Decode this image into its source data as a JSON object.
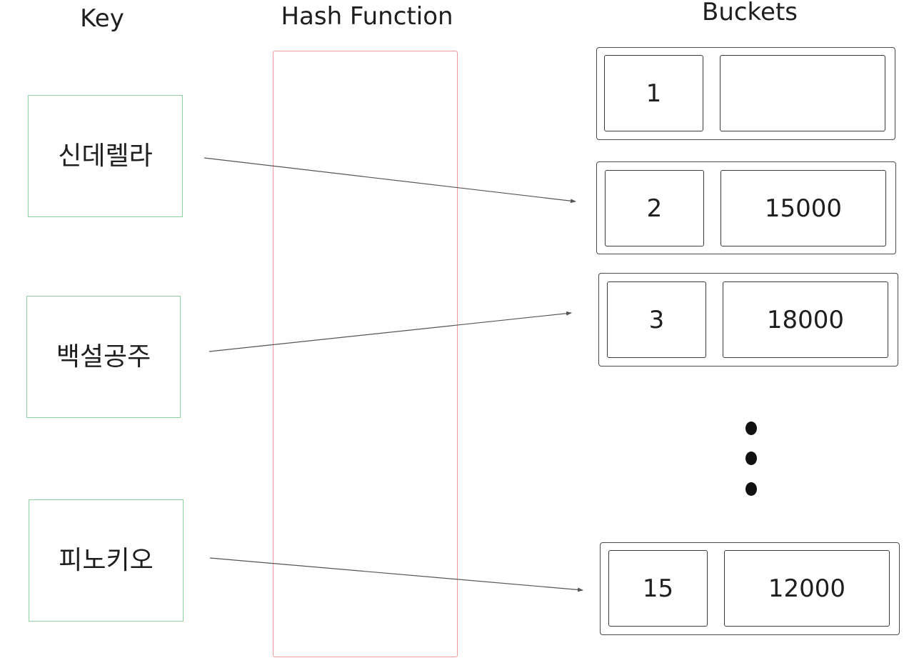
{
  "headers": {
    "key": "Key",
    "hash_function": "Hash Function",
    "buckets": "Buckets"
  },
  "keys": [
    "신데렐라",
    "백설공주",
    "피노키오"
  ],
  "buckets": [
    {
      "index": "1",
      "value": ""
    },
    {
      "index": "2",
      "value": "15000"
    },
    {
      "index": "3",
      "value": "18000"
    },
    {
      "index": "15",
      "value": "12000"
    }
  ],
  "mappings": [
    {
      "key": "신데렐라",
      "bucket": "2"
    },
    {
      "key": "백설공주",
      "bucket": "3"
    },
    {
      "key": "피노키오",
      "bucket": "15"
    }
  ],
  "ellipsis": "vertical-three-dots",
  "colors": {
    "key_border": "#8fd19e",
    "hash_border": "#f29a9a",
    "bucket_border": "#4a4a4a",
    "arrow": "#555555",
    "text": "#1e1e1e"
  }
}
